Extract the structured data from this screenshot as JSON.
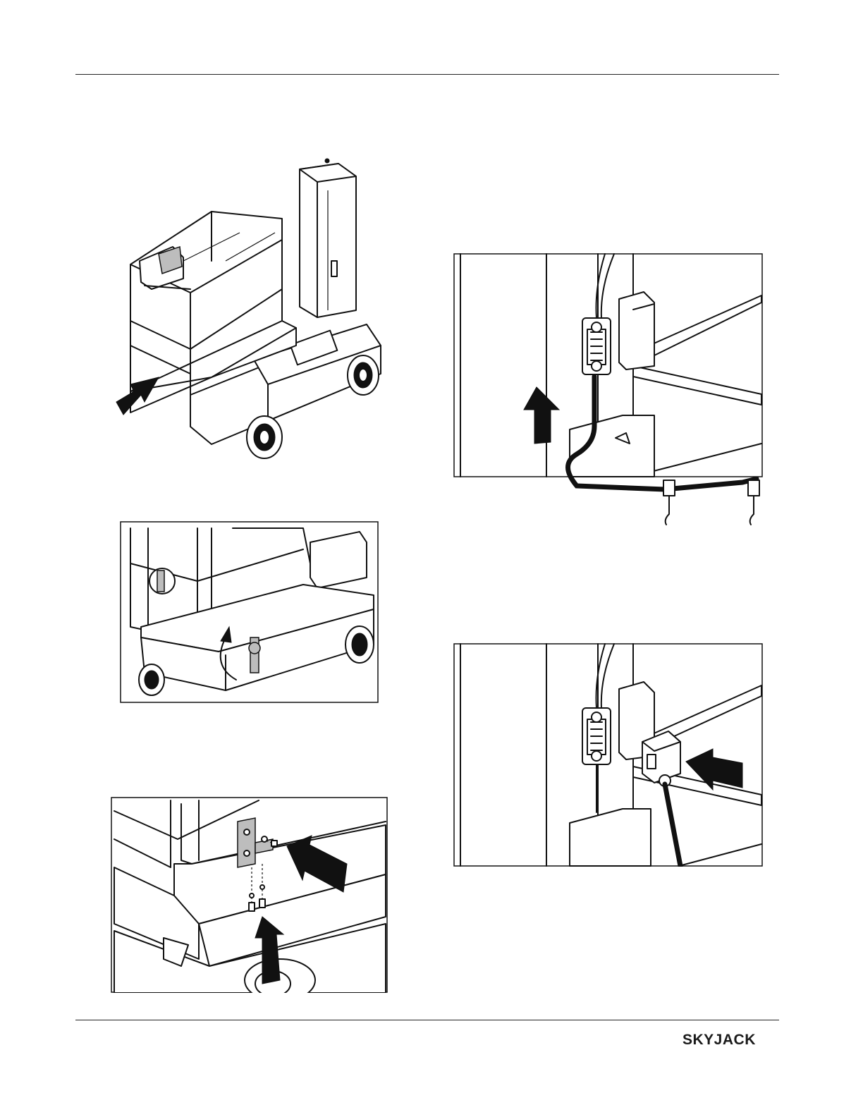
{
  "brand": {
    "name": "SKYJACK",
    "color": "#1a1a1a"
  },
  "figures": [
    {
      "id": "platform-overview",
      "icon": "platform-lift-illustration"
    },
    {
      "id": "gate-pin-detail",
      "icon": "pin-rotate-illustration"
    },
    {
      "id": "bracket-bolt-detail",
      "icon": "bracket-install-illustration"
    },
    {
      "id": "cable-connector-detail",
      "icon": "connector-lift-illustration"
    },
    {
      "id": "switch-box-detail",
      "icon": "switch-box-illustration"
    }
  ]
}
